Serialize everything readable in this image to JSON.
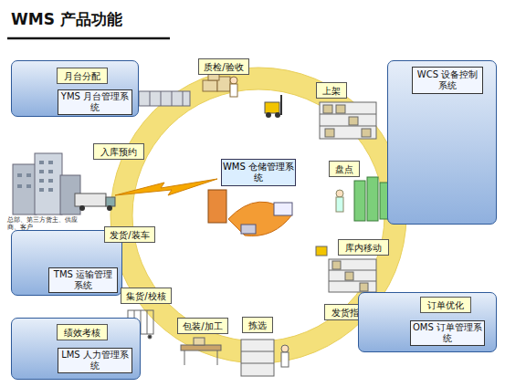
{
  "diagram": {
    "title": "WMS 产品功能",
    "nodes": [
      {
        "text": [
          "YMS 月台管理系统"
        ]
      },
      {
        "text": [
          "月台分配"
        ],
        "in": 0
      },
      {
        "text": [
          "入库预约"
        ]
      },
      {
        "text": [
          "质检/验收"
        ]
      },
      {
        "text": [
          "上架"
        ]
      },
      {
        "text": [
          "WCS 设备控制系统"
        ]
      },
      {
        "text": [
          "盘点"
        ]
      },
      {
        "text": [
          "WMS 仓储管理系统"
        ]
      },
      {
        "text": [
          "库内移动"
        ]
      },
      {
        "text": [
          "发货指示"
        ]
      },
      {
        "text": [
          "OMS 订单管理系统"
        ]
      },
      {
        "text": [
          "订单优化"
        ],
        "in": 10
      },
      {
        "text": [
          "TMS 运输管理系统"
        ]
      },
      {
        "text": [
          "发货/装车"
        ],
        "in": 12
      },
      {
        "text": [
          "集货/校核"
        ]
      },
      {
        "text": [
          "包装/加工"
        ]
      },
      {
        "text": [
          "拣选"
        ]
      },
      {
        "text": [
          "LMS 人力管理系统"
        ]
      },
      {
        "text": [
          "绩效考核"
        ],
        "in": 17
      }
    ],
    "labels": [
      "总部、第三方货主、供应商、客户"
    ]
  }
}
